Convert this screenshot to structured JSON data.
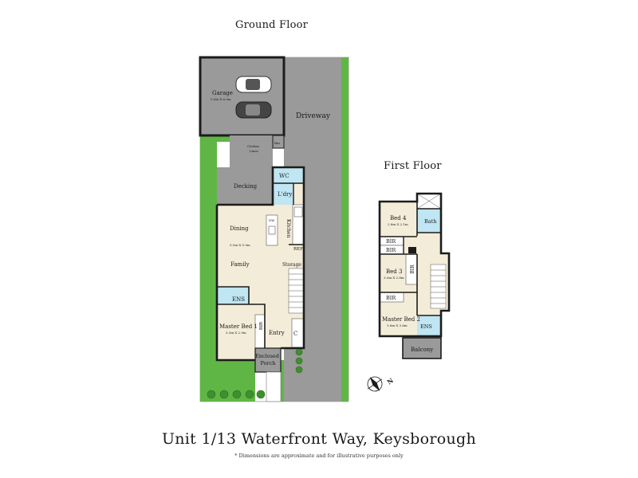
{
  "headings": {
    "ground_floor": "Ground Floor",
    "first_floor": "First Floor"
  },
  "ground_rooms": {
    "garage": "Garage",
    "garage_dim": "5.6m X 6.0m",
    "driveway": "Driveway",
    "clothes_lines": "Clothes\nLines",
    "bin": "Bin",
    "wc": "WC",
    "decking": "Decking",
    "ldry": "L'dry",
    "dining": "Dining",
    "dw": "DW",
    "kitchen": "Kitchen",
    "family_dim": "5.5m X 5.9m",
    "family": "Family",
    "ref": "REF",
    "storage": "Storage",
    "ens": "ENS",
    "master_bed_1": "Master Bed 1",
    "master_bed_1_dim": "3.3m X 2.9m",
    "bir": "BIR",
    "entry": "Entry",
    "c": "C",
    "enclosed_porch": "Enclosed\nPorch"
  },
  "first_rooms": {
    "bed4": "Bed 4",
    "bed4_dim": "2.8m X 2.1m",
    "bath": "Bath",
    "bir_a": "BIR",
    "bir_b": "BIR",
    "bed3": "Bed 3",
    "bed3_dim": "3.0m X 2.8m",
    "bir_c": "BIR",
    "bir_d": "BIR",
    "master_bed_2": "Master Bed 2",
    "master_bed_2_dim": "3.6m X 3.6m",
    "ens": "ENS",
    "balcony": "Balcony"
  },
  "compass": {
    "label": "N"
  },
  "footer": {
    "address": "Unit 1/13 Waterfront Way, Keysborough",
    "disclaimer": "* Dimensions are approximate and for illustrative purposes only"
  },
  "colors": {
    "grass": "#5fb645",
    "hard": "#9a9a9a",
    "floor": "#f3ecd8",
    "wet": "#bfe6f2",
    "wall": "#1c1c1c"
  }
}
